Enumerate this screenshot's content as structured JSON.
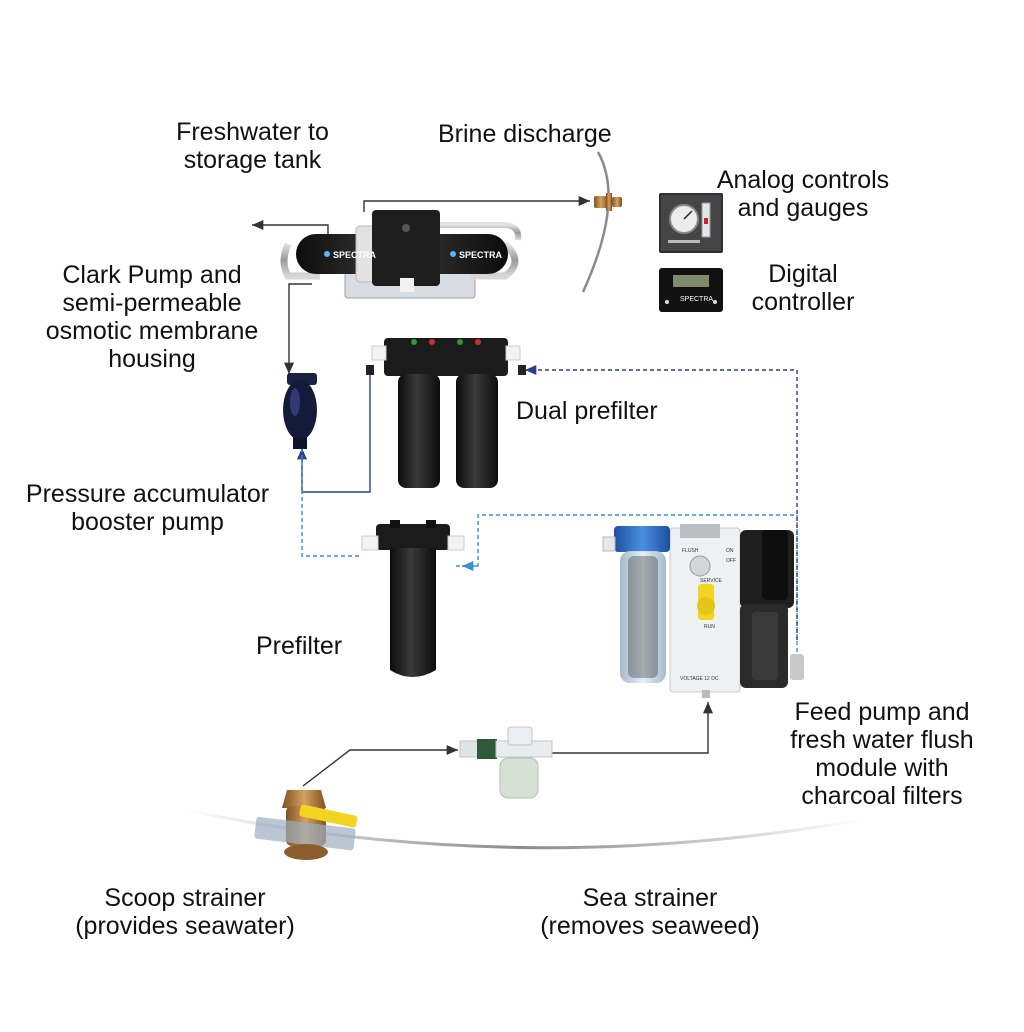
{
  "labels": {
    "freshwater": [
      "Freshwater to",
      "storage tank"
    ],
    "brine": [
      "Brine discharge"
    ],
    "analog": [
      "Analog controls",
      "and gauges"
    ],
    "digital": [
      "Digital",
      "controller"
    ],
    "clark": [
      "Clark Pump and",
      "semi-permeable",
      "osmotic membrane",
      "housing"
    ],
    "dual": [
      "Dual prefilter"
    ],
    "accumulator": [
      "Pressure accumulator",
      "booster pump"
    ],
    "prefilter": [
      "Prefilter"
    ],
    "feed": [
      "Feed pump and",
      "fresh water flush",
      "module with",
      "charcoal filters"
    ],
    "scoop": [
      "Scoop strainer",
      "(provides seawater)"
    ],
    "sea": [
      "Sea strainer",
      "(removes seaweed)"
    ]
  },
  "colors": {
    "solid_line": "#333333",
    "dashed_line": "#3b8fd0",
    "dark_dashed_line": "#2b3f8a",
    "black_plastic": "#1c1c1c",
    "bronze": "#b07a3a",
    "handle_yellow": "#f1d520",
    "filter_blue": "#2a6fc4"
  },
  "icons": {
    "brand": "spectra-logo"
  }
}
